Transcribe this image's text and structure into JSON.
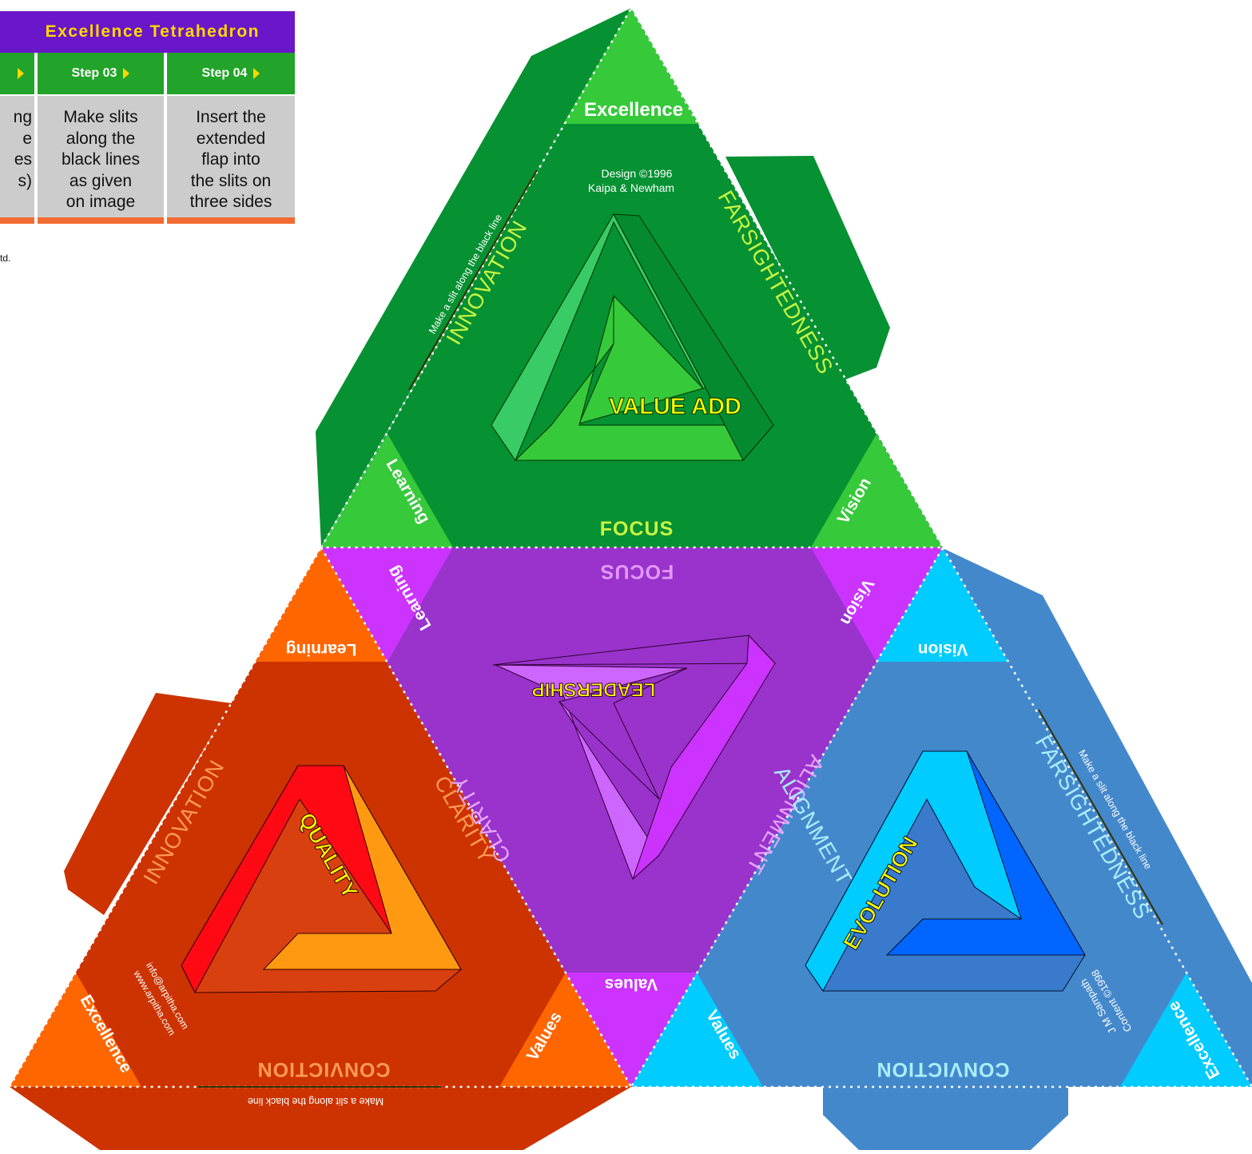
{
  "panel": {
    "title": "Excellence Tetrahedron",
    "steps": [
      {
        "header": "",
        "body": [
          "ng",
          "e",
          "es",
          "s)"
        ]
      },
      {
        "header": "Step 03",
        "body": [
          "Make slits",
          "along the",
          "black lines",
          "as given",
          "on image"
        ]
      },
      {
        "header": "Step 04",
        "body": [
          "Insert the",
          "extended",
          "flap into",
          "the slits on",
          "three sides"
        ]
      }
    ],
    "credit": "td."
  },
  "faces": {
    "top": {
      "center": "VALUE ADD",
      "design_credit": [
        "Design ©1996",
        "Kaipa & Newham"
      ],
      "left": "INNOVATION",
      "right": "FARSIGHTEDNESS",
      "bottom": "FOCUS",
      "corner_top": "Excellence",
      "corner_left": "Learning",
      "corner_right": "Vision",
      "slit": "Make a slit along the black line"
    },
    "center": {
      "center": "LEADERSHIP",
      "top": "FOCUS",
      "left": "CLARITY",
      "right": "ALIGNMENT",
      "corner_left": "Learning",
      "corner_right": "Vision",
      "corner_bottom": "Values"
    },
    "left": {
      "center": "QUALITY",
      "left": "INNOVATION",
      "right": "CLARITY",
      "bottom": "CONVICTION",
      "corner_top": "Learning",
      "corner_left": "Excellence",
      "corner_right": "Values",
      "web": [
        "www.arpitha.com",
        "info@arpitha.com"
      ],
      "slit": "Make a slit along the black line"
    },
    "right": {
      "center": "EVOLUTION",
      "left": "ALIGNMENT",
      "right": "FARSIGHTEDNESS",
      "bottom": "CONVICTION",
      "corner_top": "Vision",
      "corner_left": "Values",
      "corner_right": "Excellence",
      "content_credit": [
        "Content ©1998",
        "J M Sampath"
      ],
      "slit": "Make a slit along the black line"
    }
  },
  "colors": {
    "panel_title": "#6a16c9",
    "panel_title_text": "#ffd800",
    "step_header": "#22a329",
    "step_body": "#cccccc",
    "step_border": "#f26b33",
    "top_face": "#069132",
    "top_corner": "#36c93a",
    "top_label": "#c8f542",
    "center_face": "#9933cc",
    "center_corner": "#cc33ff",
    "left_face": "#cc3300",
    "left_corner": "#ff6600",
    "left_label": "#ff9a55",
    "right_face": "#4488cc",
    "right_corner": "#00ccff",
    "right_label": "#a8f0ff",
    "yellow": "#ffff00"
  }
}
